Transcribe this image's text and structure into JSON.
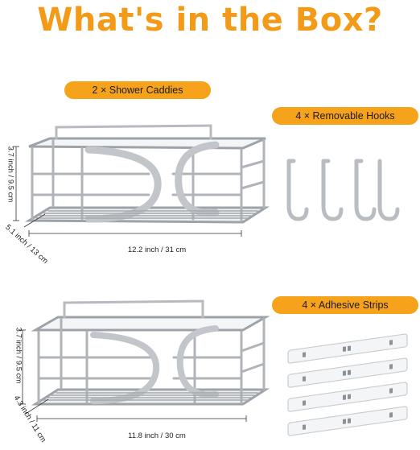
{
  "title": "What's in the Box?",
  "labels": {
    "caddies": "2 × Shower Caddies",
    "hooks": "4 × Removable Hooks",
    "strips": "4 × Adhesive Strips"
  },
  "caddy_large": {
    "height": "3.7 inch / 9.5 cm",
    "depth": "5.1 inch / 13 cm",
    "width": "12.2 inch / 31 cm"
  },
  "caddy_small": {
    "height": "3.7 inch / 9.5 cm",
    "depth": "4.3 inch / 11 cm",
    "width": "11.8 inch / 30 cm"
  },
  "colors": {
    "accent": "#f39a18",
    "pill": "#f7a21b",
    "metal": "#a9adb3"
  }
}
